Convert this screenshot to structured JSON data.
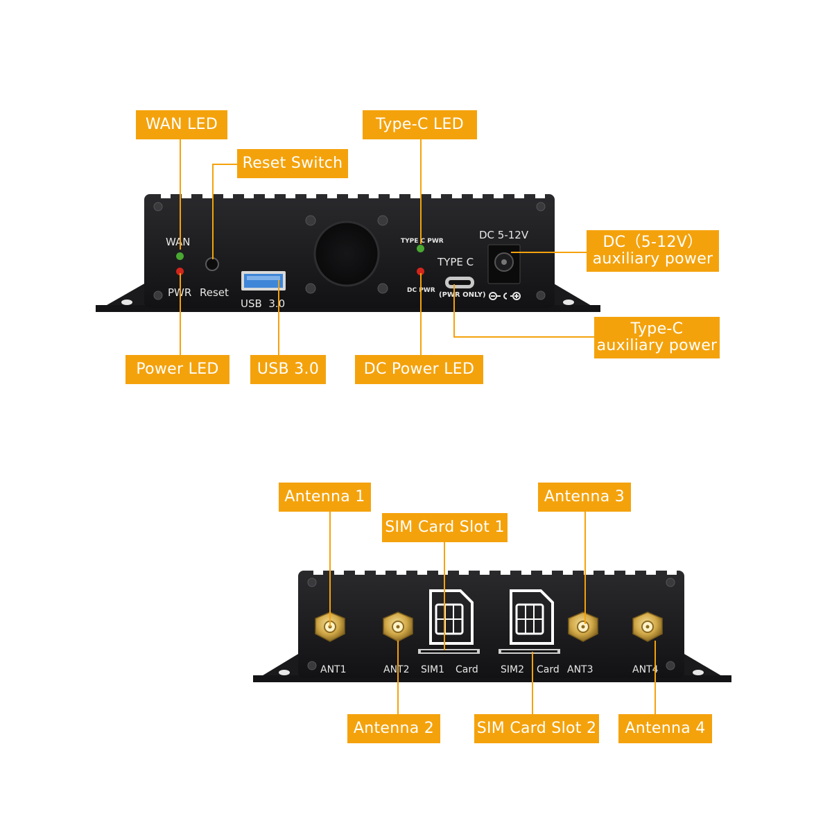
{
  "colors": {
    "callout": "#f4a20c",
    "callout_text": "#ffffff",
    "device_body": "#1e1e20",
    "device_text": "#e6e6e6",
    "led_green": "#4aa832",
    "led_red": "#d2261c",
    "usb_blue": "#3f86d8",
    "sma_gold": "#d9b352"
  },
  "front_panel": {
    "silk": {
      "wan": "WAN",
      "pwr": "PWR",
      "reset": "Reset",
      "usb": "USB  3.0",
      "typec_pwr": "TYPE C PWR",
      "dc_pwr": "DC PWR",
      "type_c": "TYPE C",
      "pwr_only": "(PWR ONLY)",
      "dc_voltage": "DC 5-12V"
    },
    "callouts": {
      "wan_led": "WAN LED",
      "reset_switch": "Reset Switch",
      "typec_led": "Type-C LED",
      "dc_aux_line1": "DC（5-12V）",
      "dc_aux_line2": "auxiliary power",
      "typec_aux_line1": "Type-C",
      "typec_aux_line2": "auxiliary power",
      "power_led": "Power LED",
      "usb30": "USB 3.0",
      "dc_power_led": "DC Power LED"
    }
  },
  "rear_panel": {
    "silk": {
      "ant1": "ANT1",
      "ant2": "ANT2",
      "sim1": "SIM1",
      "card1": "Card",
      "sim2": "SIM2",
      "card2": "Card",
      "ant3": "ANT3",
      "ant4": "ANT4"
    },
    "callouts": {
      "antenna1": "Antenna 1",
      "sim_slot1": "SIM Card Slot 1",
      "antenna3": "Antenna 3",
      "antenna2": "Antenna 2",
      "sim_slot2": "SIM Card Slot 2",
      "antenna4": "Antenna 4"
    }
  }
}
